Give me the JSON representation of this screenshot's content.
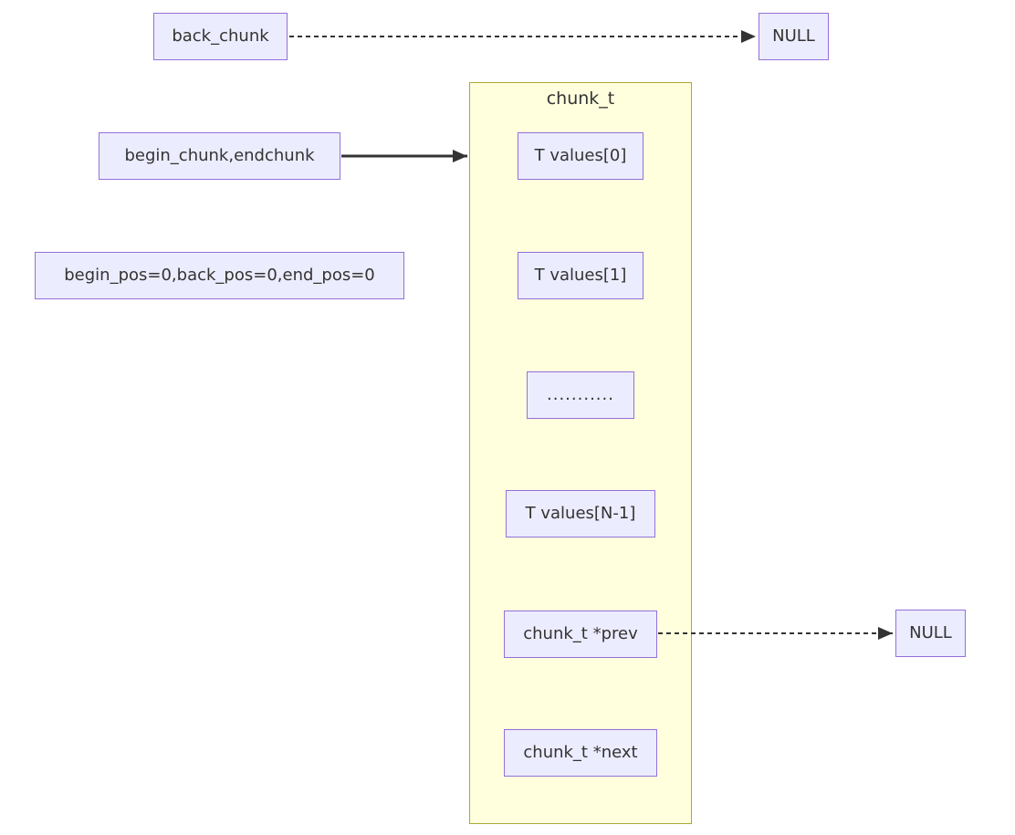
{
  "diagram": {
    "type": "flowchart",
    "nodes": {
      "back_chunk": {
        "label": "back_chunk"
      },
      "null_top": {
        "label": "NULL"
      },
      "begin_chunk": {
        "label": "begin_chunk,endchunk"
      },
      "begin_pos": {
        "label": "begin_pos=0,back_pos=0,end_pos=0"
      },
      "null_right": {
        "label": "NULL"
      }
    },
    "cluster": {
      "title": "chunk_t",
      "children": [
        {
          "label": "T values[0]"
        },
        {
          "label": "T values[1]"
        },
        {
          "label": "..........."
        },
        {
          "label": "T values[N-1]"
        },
        {
          "label": "chunk_t *prev"
        },
        {
          "label": "chunk_t *next"
        }
      ]
    },
    "edges": [
      {
        "from": "back_chunk",
        "to": "null_top",
        "style": "dotted"
      },
      {
        "from": "begin_chunk",
        "to": "chunk_t",
        "style": "solid"
      },
      {
        "from": "chunk_t *prev",
        "to": "null_right",
        "style": "dotted"
      }
    ],
    "colors": {
      "node_fill": "#ECECFF",
      "node_border": "#9370DB",
      "cluster_fill": "#FFFFDE",
      "cluster_border": "#AAAA33",
      "edge": "#333333",
      "text": "#333333",
      "background": "#FFFFFF"
    }
  }
}
